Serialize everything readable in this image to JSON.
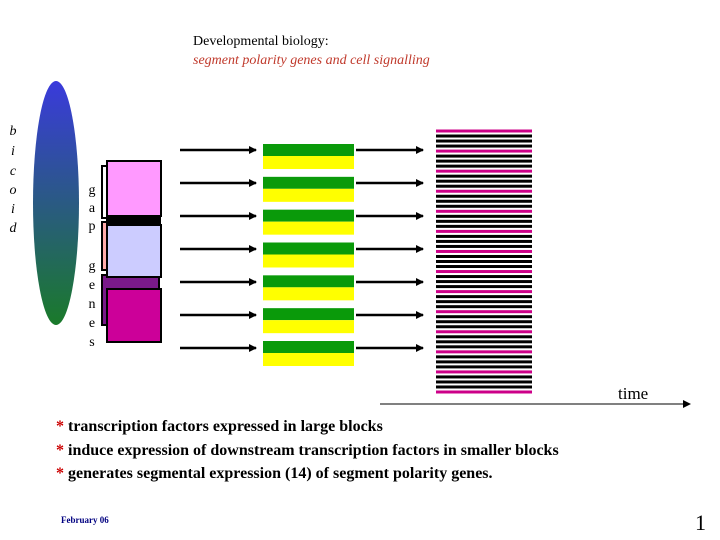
{
  "title": {
    "line1": "Developmental biology:",
    "line2": "segment polarity genes and cell signalling"
  },
  "labels": {
    "bicoid": [
      "b",
      "i",
      "c",
      "o",
      "i",
      "d"
    ],
    "gap": [
      "g",
      "a",
      "p"
    ],
    "genes": [
      "g",
      "e",
      "n",
      "e",
      "s"
    ],
    "time": "time"
  },
  "bullets": [
    {
      "star": "*",
      "text": " transcription factors expressed in large blocks"
    },
    {
      "star": "*",
      "text": " induce expression of downstream transcription factors in smaller blocks"
    },
    {
      "star": "*",
      "text": " generates segmental expression (14) of segment polarity genes."
    }
  ],
  "footer": {
    "date": "February 06",
    "page": "1"
  },
  "colors": {
    "gradient_top": "#3a3adc",
    "gradient_bottom": "#1a7a2a",
    "gap_pink": "#ff99ff",
    "gap_lavender": "#ccccff",
    "gap_magenta": "#cc0099",
    "gap_purple": "#7a1a8a",
    "stripe_green": "#0a9a0a",
    "stripe_yellow": "#ffff00",
    "stripe_magenta": "#cc0088",
    "time_arrow": "#000000"
  },
  "diagram": {
    "pair_rule_stripe_pairs": 7,
    "segment_polarity_stripes": 14,
    "stage_arrow_rows": 7
  }
}
